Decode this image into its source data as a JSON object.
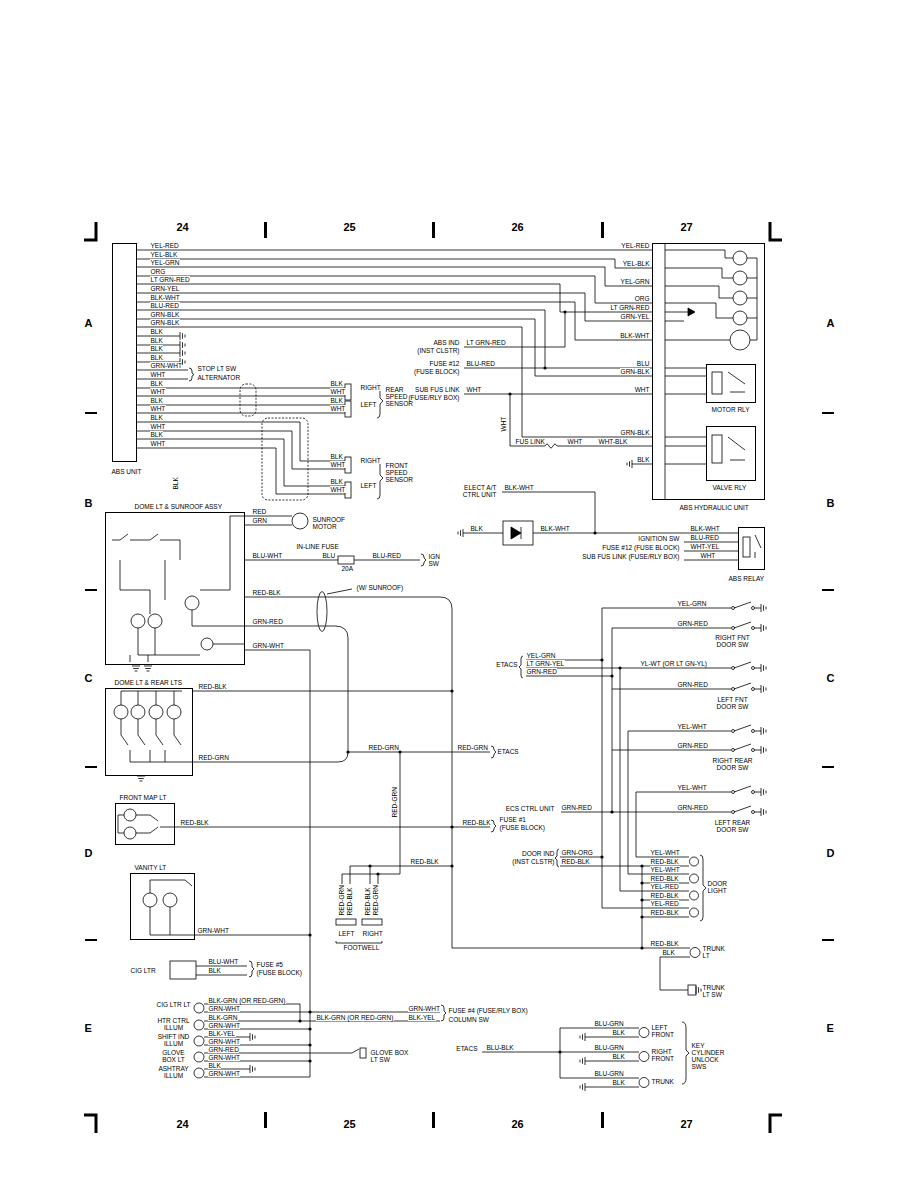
{
  "diagram": {
    "nodes": [
      {
        "text": [
          "ABS UNIT"
        ]
      },
      {
        "text": [
          "ABS HYDRAULIC UNIT"
        ]
      },
      {
        "text": [
          "MOTOR RLY"
        ],
        "in": 1
      },
      {
        "text": [
          "VALVE RLY"
        ],
        "in": 1
      },
      {
        "text": [
          "DOME LT & SUNROOF ASSY"
        ]
      },
      {
        "text": [
          "ABS RELAY"
        ]
      },
      {
        "text": [
          "DOME LT & REAR LTS"
        ]
      },
      {
        "text": [
          "FRONT MAP LT"
        ]
      },
      {
        "text": [
          "VANITY LT"
        ]
      }
    ],
    "edges": [
      {
        "from": 0,
        "to": 1,
        "arrow": "none"
      },
      {
        "from": 0,
        "to": 1,
        "arrow": "none"
      },
      {
        "from": 0,
        "to": 1,
        "arrow": "none"
      },
      {
        "from": 0,
        "to": 1,
        "arrow": "none"
      },
      {
        "from": 0,
        "to": 1,
        "arrow": "none"
      },
      {
        "from": 0,
        "to": 1,
        "arrow": "none"
      },
      {
        "from": 0,
        "to": 1,
        "arrow": "none"
      }
    ],
    "labels": [
      "24",
      "25",
      "26",
      "27",
      "A",
      "A",
      "B",
      "B",
      "C",
      "C",
      "D",
      "D",
      "E",
      "E",
      "24",
      "25",
      "26",
      "27",
      "YEL-RED",
      "YEL-BLK",
      "YEL-GRN",
      "ORG",
      "LT GRN-RED",
      "GRN-YEL",
      "BLK-WHT",
      "BLU-RED",
      "GRN-BLK",
      "GRN-BLK",
      "BLK",
      "BLK",
      "BLK",
      "BLK",
      "GRN-WHT",
      "WHT",
      "BLK",
      "WHT",
      "BLK",
      "WHT",
      "BLK",
      "WHT",
      "BLK",
      "WHT",
      "STOP LT SW",
      "ALTERNATOR",
      "BLK",
      "WHT",
      "RIGHT",
      "BLK",
      "WHT",
      "LEFT",
      "REAR SPEED SENSOR",
      "BLK",
      "WHT",
      "RIGHT",
      "BLK",
      "WHT",
      "LEFT",
      "FRONT SPEED SENSOR",
      "BLK",
      "YEL-RED",
      "YEL-BLK",
      "YEL-GRN",
      "ORG",
      "LT GRN-RED",
      "GRN-YEL",
      "BLK-WHT",
      "BLU",
      "GRN-BLK",
      "WHT",
      "GRN-BLK",
      "BLK",
      "ABS IND",
      "(INST CLSTR)",
      "LT GRN-RED",
      "FUSE #12",
      "(FUSE BLOCK)",
      "BLU-RED",
      "SUB FUS LINK",
      "(FUSE/RLY BOX)",
      "WHT",
      "WHT",
      "FUS LINK",
      "WHT",
      "WHT-BLK",
      "ELECT A/T CTRL UNIT",
      "BLK-WHT",
      "BLK",
      "BLK-WHT",
      "BLK-WHT",
      "BLU-RED",
      "WHT-YEL",
      "WHT",
      "IGNITION SW",
      "FUSE #12 (FUSE BLOCK)",
      "SUB FUS LINK (FUSE/RLY BOX)",
      "RED",
      "GRN",
      "SUNROOF MOTOR",
      "BLU-WHT",
      "IN-LINE FUSE",
      "BLU",
      "20A",
      "BLU-RED",
      "IGN SW",
      "RED-BLK",
      "(W/ SUNROOF)",
      "GRN-RED",
      "GRN-WHT",
      "RED-BLK",
      "RED-GRN",
      "RED-GRN",
      "RED-GRN",
      "ETACS",
      "RED-GRN",
      "RED-BLK",
      "RED-BLK",
      "FUSE #1",
      "(FUSE BLOCK)",
      "RED-BLK",
      "RED-GRN",
      "RED-BLK",
      "RED-BLK",
      "RED-GRN",
      "LEFT",
      "RIGHT",
      "FOOTWELL",
      "GRN-WHT",
      "CIG LTR",
      "BLU-WHT",
      "BLK",
      "FUSE #5",
      "(FUSE BLOCK)",
      "CIG LTR LT",
      "BLK-GRN (OR RED-GRN)",
      "GRN-WHT",
      "HTR CTRL ILLUM",
      "BLK-GRN",
      "GRN-WHT",
      "SHIFT IND ILLUM",
      "BLK-YEL",
      "GRN-WHT",
      "GLOVE BOX LT",
      "GRN-RED",
      "GRN-WHT",
      "ASHTRAY ILLUM",
      "BLK",
      "GRN-WHT",
      "BLK-GRN (OR RED-GRN)",
      "GRN-WHT",
      "BLK-YEL",
      "FUSE #4 (FUSE/RLY BOX)",
      "COLUMN SW",
      "GLOVE BOX LT SW",
      "ETACS",
      "BLU-BLK",
      "BLU-GRN",
      "BLK",
      "BLU-GRN",
      "BLK",
      "BLU-GRN",
      "BLK",
      "LEFT FRONT",
      "RIGHT FRONT",
      "TRUNK",
      "KEY CYLINDER UNLOCK SWS",
      "YEL-GRN",
      "GRN-RED",
      "RIGHT FNT DOOR SW",
      "ETACS",
      "YEL-GRN",
      "LT GRN-YEL",
      "GRN-RED",
      "YL-WT (OR LT GN-YL)",
      "GRN-RED",
      "LEFT FNT DOOR SW",
      "YEL-WHT",
      "GRN-RED",
      "RIGHT REAR DOOR SW",
      "ECS CTRL UNIT",
      "GRN-RED",
      "YEL-WHT",
      "GRN-RED",
      "LEFT REAR DOOR SW",
      "DOOR IND",
      "(INST CLSTR)",
      "GRN-ORG",
      "RED-BLK",
      "YEL-WHT",
      "RED-BLK",
      "YEL-WHT",
      "RED-BLK",
      "YEL-RED",
      "RED-BLK",
      "YEL-RED",
      "RED-BLK",
      "DOOR LIGHT",
      "RED-BLK",
      "BLK",
      "TRUNK LT",
      "TRUNK LT SW"
    ]
  }
}
